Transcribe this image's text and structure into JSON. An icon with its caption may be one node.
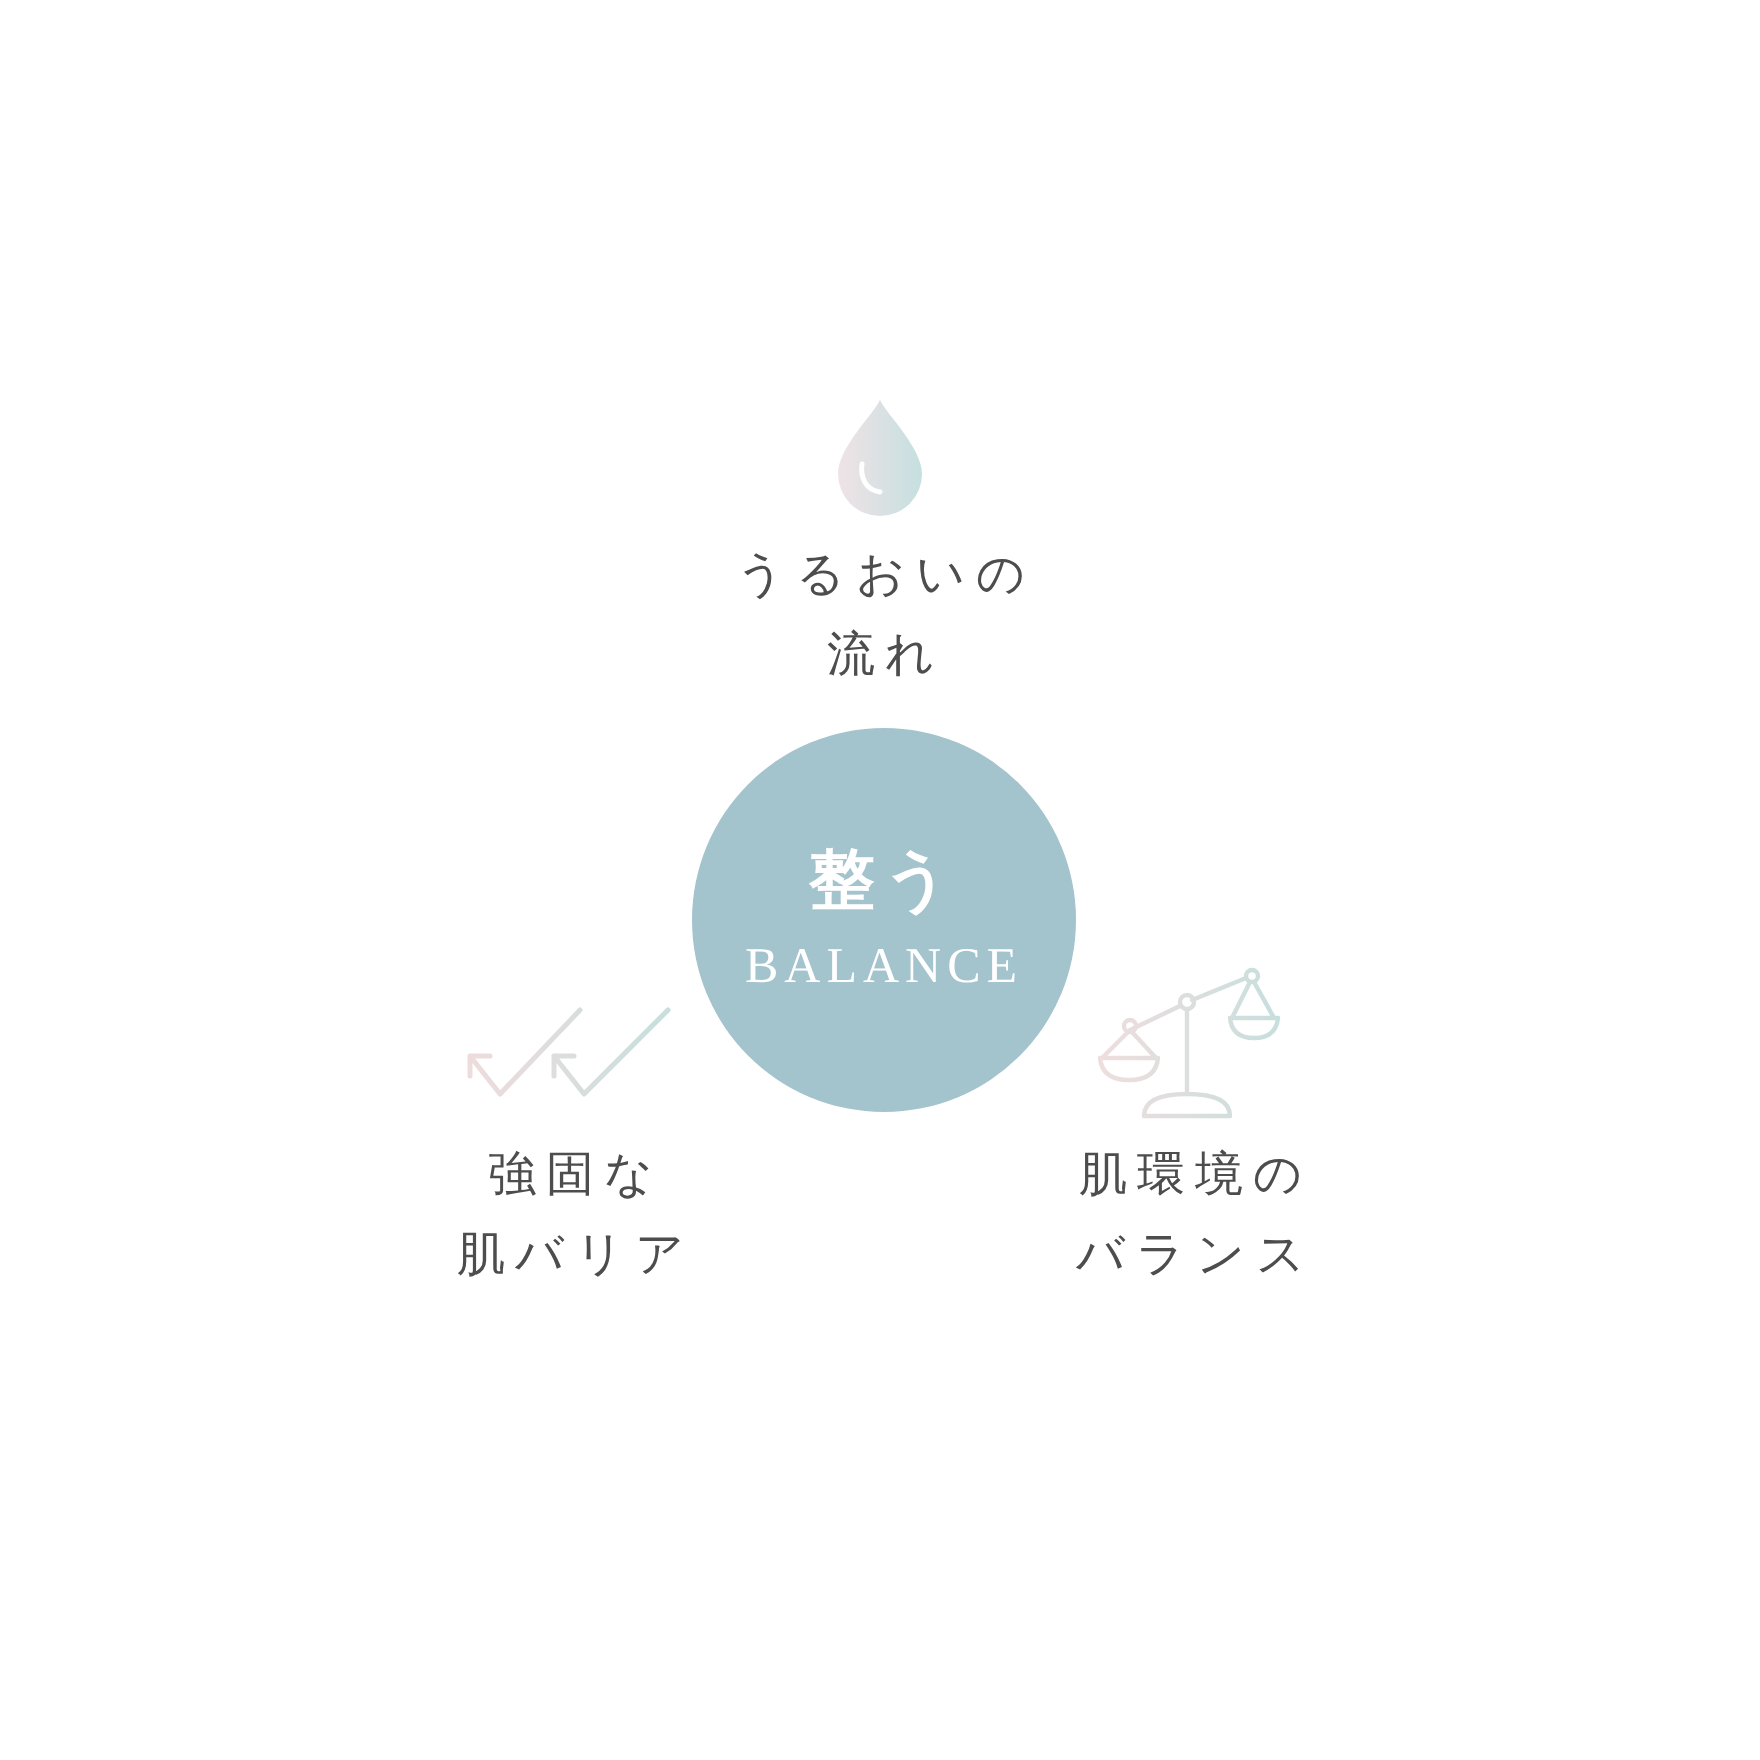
{
  "diagram": {
    "nodes": [
      {
        "text": [
          "整う",
          "BALANCE"
        ]
      }
    ],
    "labels": [
      "うるおいの流れ",
      "強固な肌バリア",
      "肌環境のバランス"
    ]
  }
}
